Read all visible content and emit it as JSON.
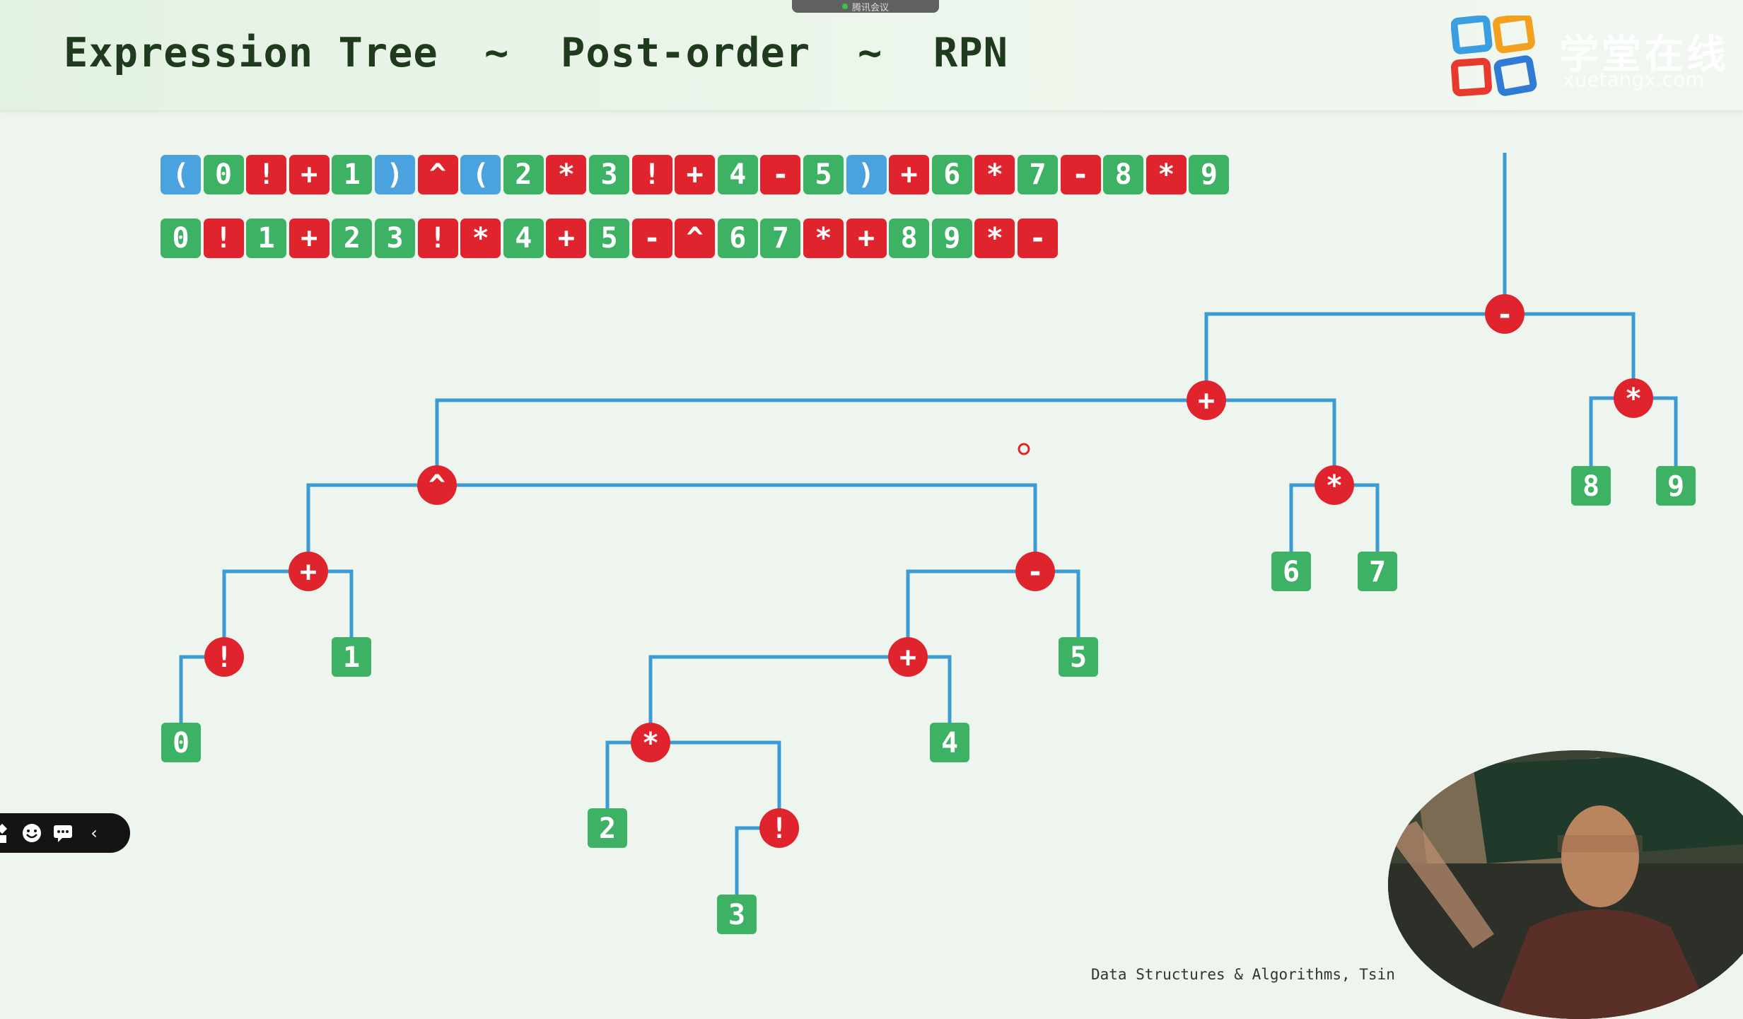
{
  "meeting_bar": {
    "label": "腾讯会议"
  },
  "title": {
    "part1": "Expression Tree",
    "sep1": "~",
    "part2": "Post-order",
    "sep2": "~",
    "part3": "RPN"
  },
  "logo": {
    "name": "学堂在线",
    "domain": "xuetangx.com",
    "colors": [
      "#3a9ee0",
      "#f2a01e",
      "#e63a2e",
      "#2f7bd6"
    ]
  },
  "infix_tokens": [
    {
      "t": "(",
      "k": "par"
    },
    {
      "t": "0",
      "k": "num"
    },
    {
      "t": "!",
      "k": "op"
    },
    {
      "t": "+",
      "k": "op"
    },
    {
      "t": "1",
      "k": "num"
    },
    {
      "t": ")",
      "k": "par"
    },
    {
      "t": "^",
      "k": "op"
    },
    {
      "t": "(",
      "k": "par"
    },
    {
      "t": "2",
      "k": "num"
    },
    {
      "t": "*",
      "k": "op"
    },
    {
      "t": "3",
      "k": "num"
    },
    {
      "t": "!",
      "k": "op"
    },
    {
      "t": "+",
      "k": "op"
    },
    {
      "t": "4",
      "k": "num"
    },
    {
      "t": "-",
      "k": "op"
    },
    {
      "t": "5",
      "k": "num"
    },
    {
      "t": ")",
      "k": "par"
    },
    {
      "t": "+",
      "k": "op"
    },
    {
      "t": "6",
      "k": "num"
    },
    {
      "t": "*",
      "k": "op"
    },
    {
      "t": "7",
      "k": "num"
    },
    {
      "t": "-",
      "k": "op"
    },
    {
      "t": "8",
      "k": "num"
    },
    {
      "t": "*",
      "k": "op"
    },
    {
      "t": "9",
      "k": "num"
    }
  ],
  "rpn_tokens": [
    {
      "t": "0",
      "k": "num"
    },
    {
      "t": "!",
      "k": "op"
    },
    {
      "t": "1",
      "k": "num"
    },
    {
      "t": "+",
      "k": "op"
    },
    {
      "t": "2",
      "k": "num"
    },
    {
      "t": "3",
      "k": "num"
    },
    {
      "t": "!",
      "k": "op"
    },
    {
      "t": "*",
      "k": "op"
    },
    {
      "t": "4",
      "k": "num"
    },
    {
      "t": "+",
      "k": "op"
    },
    {
      "t": "5",
      "k": "num"
    },
    {
      "t": "-",
      "k": "op"
    },
    {
      "t": "^",
      "k": "op"
    },
    {
      "t": "6",
      "k": "num"
    },
    {
      "t": "7",
      "k": "num"
    },
    {
      "t": "*",
      "k": "op"
    },
    {
      "t": "+",
      "k": "op"
    },
    {
      "t": "8",
      "k": "num"
    },
    {
      "t": "9",
      "k": "num"
    },
    {
      "t": "*",
      "k": "op"
    },
    {
      "t": "-",
      "k": "op"
    }
  ],
  "tree": {
    "colors": {
      "edge": "#3c9ad4",
      "operator": "#e0242e",
      "operand": "#3eb264",
      "text": "#ffffff"
    },
    "nodes": [
      {
        "id": "minus_root",
        "label": "-",
        "kind": "operator"
      },
      {
        "id": "plus_a",
        "label": "+",
        "kind": "operator"
      },
      {
        "id": "times_89",
        "label": "*",
        "kind": "operator"
      },
      {
        "id": "n8",
        "label": "8",
        "kind": "operand"
      },
      {
        "id": "n9",
        "label": "9",
        "kind": "operand"
      },
      {
        "id": "caret",
        "label": "^",
        "kind": "operator"
      },
      {
        "id": "times_67",
        "label": "*",
        "kind": "operator"
      },
      {
        "id": "n6",
        "label": "6",
        "kind": "operand"
      },
      {
        "id": "n7",
        "label": "7",
        "kind": "operand"
      },
      {
        "id": "plus_b",
        "label": "+",
        "kind": "operator"
      },
      {
        "id": "minus_b",
        "label": "-",
        "kind": "operator"
      },
      {
        "id": "fact_0",
        "label": "!",
        "kind": "operator"
      },
      {
        "id": "n1",
        "label": "1",
        "kind": "operand"
      },
      {
        "id": "n0",
        "label": "0",
        "kind": "operand"
      },
      {
        "id": "plus_c",
        "label": "+",
        "kind": "operator"
      },
      {
        "id": "n5",
        "label": "5",
        "kind": "operand"
      },
      {
        "id": "times_23",
        "label": "*",
        "kind": "operator"
      },
      {
        "id": "n4",
        "label": "4",
        "kind": "operand"
      },
      {
        "id": "n2",
        "label": "2",
        "kind": "operand"
      },
      {
        "id": "fact_3",
        "label": "!",
        "kind": "operator"
      },
      {
        "id": "n3",
        "label": "3",
        "kind": "operand"
      }
    ],
    "edges": [
      [
        "minus_root",
        "plus_a"
      ],
      [
        "minus_root",
        "times_89"
      ],
      [
        "times_89",
        "n8"
      ],
      [
        "times_89",
        "n9"
      ],
      [
        "plus_a",
        "caret"
      ],
      [
        "plus_a",
        "times_67"
      ],
      [
        "times_67",
        "n6"
      ],
      [
        "times_67",
        "n7"
      ],
      [
        "caret",
        "plus_b"
      ],
      [
        "caret",
        "minus_b"
      ],
      [
        "plus_b",
        "fact_0"
      ],
      [
        "plus_b",
        "n1"
      ],
      [
        "fact_0",
        "n0"
      ],
      [
        "minus_b",
        "plus_c"
      ],
      [
        "minus_b",
        "n5"
      ],
      [
        "plus_c",
        "times_23"
      ],
      [
        "plus_c",
        "n4"
      ],
      [
        "times_23",
        "n2"
      ],
      [
        "times_23",
        "fact_3"
      ],
      [
        "fact_3",
        "n3"
      ]
    ]
  },
  "toolbar": {
    "icons": [
      "tools-icon",
      "emoji-icon",
      "chat-icon",
      "collapse-icon"
    ],
    "collapse_glyph": "‹"
  },
  "footer": {
    "text": "Data Structures & Algorithms, Tsin"
  }
}
